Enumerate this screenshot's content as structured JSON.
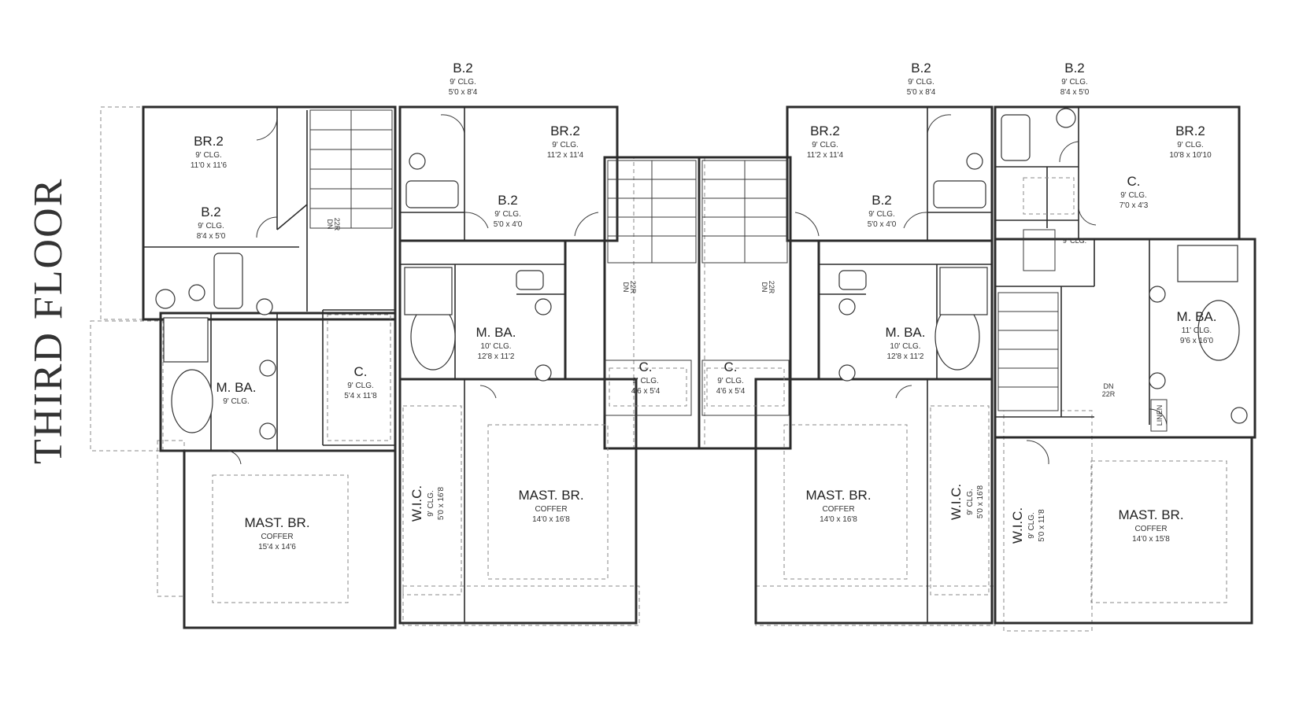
{
  "floor_title": "THIRD FLOOR",
  "rooms": [
    {
      "name": "BR.2",
      "lines": [
        "9' CLG.",
        "11'0 x 11'6"
      ]
    },
    {
      "name": "B.2",
      "lines": [
        "9' CLG.",
        "8'4 x 5'0"
      ]
    },
    {
      "name": "M. BA.",
      "lines": [
        "9' CLG."
      ]
    },
    {
      "name": "C.",
      "lines": [
        "9' CLG.",
        "5'4 x 11'8"
      ]
    },
    {
      "name": "MAST. BR.",
      "lines": [
        "COFFER",
        "15'4 x 14'6"
      ]
    },
    {
      "name": "B.2",
      "lines": [
        "9' CLG.",
        "5'0 x 8'4"
      ]
    },
    {
      "name": "BR.2",
      "lines": [
        "9' CLG.",
        "11'2 x 11'4"
      ]
    },
    {
      "name": "B.2",
      "lines": [
        "9' CLG.",
        "5'0 x 4'0"
      ]
    },
    {
      "name": "M. BA.",
      "lines": [
        "10' CLG.",
        "12'8 x 11'2"
      ]
    },
    {
      "name": "C.",
      "lines": [
        "9' CLG.",
        "4'6 x 5'4"
      ]
    },
    {
      "name": "W.I.C.",
      "lines": [
        "9' CLG.",
        "5'0 x 16'8"
      ]
    },
    {
      "name": "MAST. BR.",
      "lines": [
        "COFFER",
        "14'0 x 16'8"
      ]
    },
    {
      "name": "C.",
      "lines": [
        "9' CLG.",
        "4'6 x 5'4"
      ]
    },
    {
      "name": "BR.2",
      "lines": [
        "9' CLG.",
        "11'2 x 11'4"
      ]
    },
    {
      "name": "B.2",
      "lines": [
        "9' CLG.",
        "5'0 x 8'4"
      ]
    },
    {
      "name": "B.2",
      "lines": [
        "9' CLG.",
        "5'0 x 4'0"
      ]
    },
    {
      "name": "M. BA.",
      "lines": [
        "10' CLG.",
        "12'8 x 11'2"
      ]
    },
    {
      "name": "MAST. BR.",
      "lines": [
        "COFFER",
        "14'0 x 16'8"
      ]
    },
    {
      "name": "W.I.C.",
      "lines": [
        "9' CLG.",
        "5'0 x 16'8"
      ]
    },
    {
      "name": "B.2",
      "lines": [
        "9' CLG.",
        "8'4 x 5'0"
      ]
    },
    {
      "name": "BR.2",
      "lines": [
        "9' CLG.",
        "10'8 x 10'10"
      ]
    },
    {
      "name": "C.",
      "lines": [
        "9' CLG.",
        "7'0 x 4'3"
      ]
    },
    {
      "name": "M. BA.",
      "lines": [
        "11' CLG.",
        "9'6 x 16'0"
      ]
    },
    {
      "name": "W.I.C.",
      "lines": [
        "9' CLG.",
        "5'0 x 11'8"
      ]
    },
    {
      "name": "MAST. BR.",
      "lines": [
        "COFFER",
        "14'0 x 15'8"
      ]
    }
  ],
  "stair_labels": [
    "DN",
    "22R"
  ],
  "small_labels": {
    "clg": "9' CLG.",
    "linen": "LINEN"
  }
}
